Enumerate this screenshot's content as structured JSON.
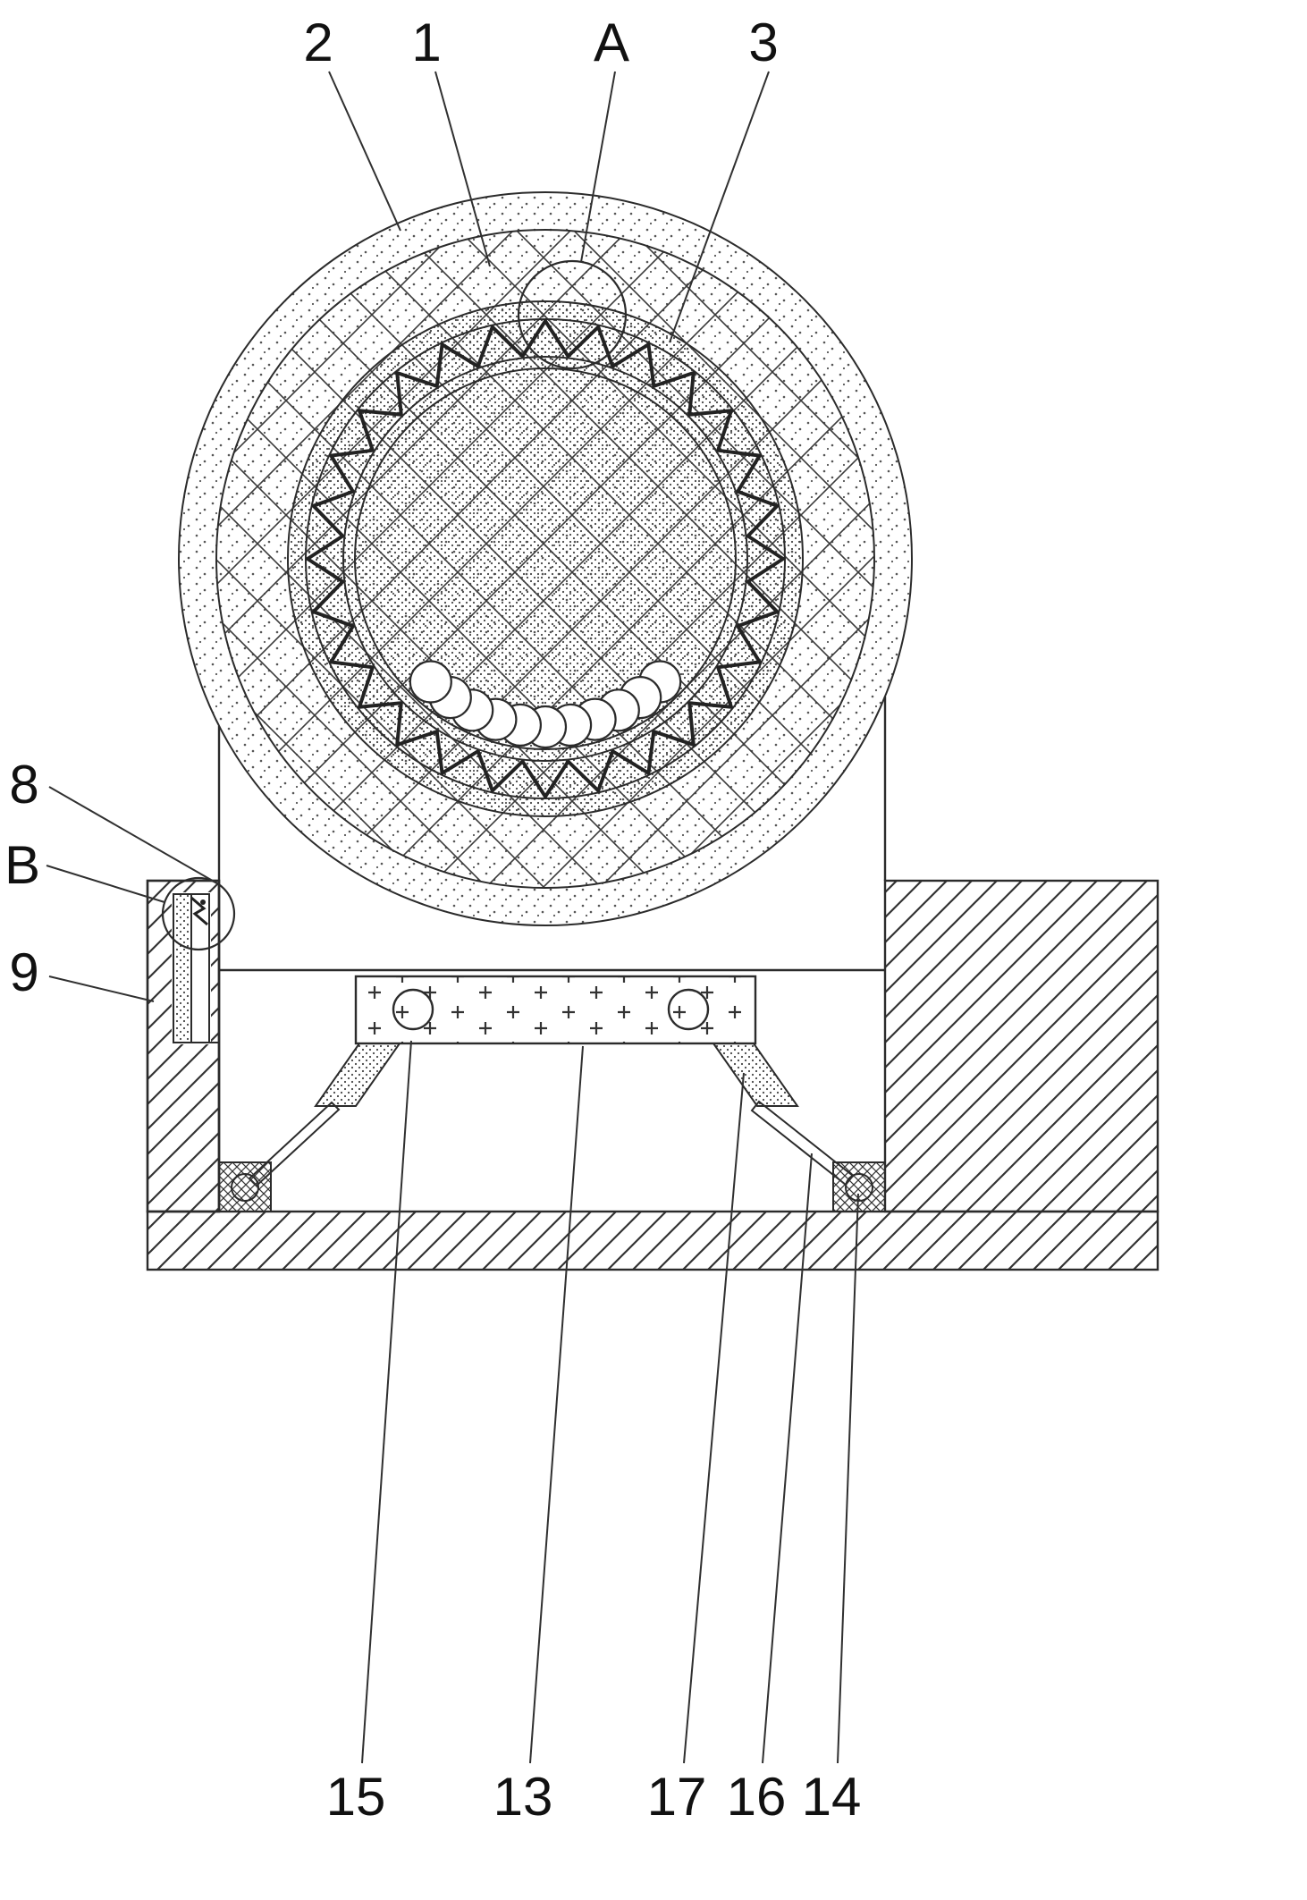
{
  "callouts": {
    "top": [
      "2",
      "1",
      "A",
      "3"
    ],
    "left": [
      "8",
      "B",
      "9"
    ],
    "bottom": [
      "15",
      "13",
      "17",
      "16",
      "14"
    ]
  },
  "colors": {
    "background": "#ffffff",
    "line": "#2b2b2b"
  }
}
